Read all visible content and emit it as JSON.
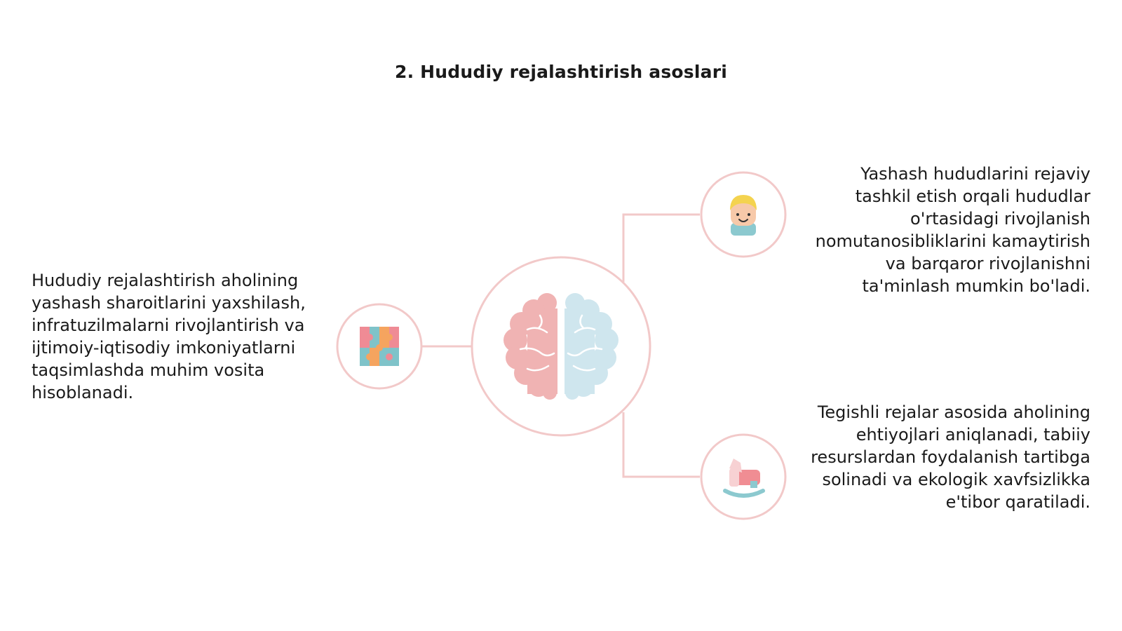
{
  "slide": {
    "title": "2. Hududiy rejalashtirish asoslari",
    "left_text": "Hududiy rejalashtirish aholining yashash sharoitlarini yaxshilash, infratuzilmalarni rivojlantirish va ijtimoiy-iqtisodiy imkoniyatlarni taqsimlashda muhim vosita hisoblanadi.",
    "right_top_text": "Yashash hududlarini rejaviy tashkil etish orqali hududlar o'rtasidagi rivojlanish nomutanosibliklarini kamaytirish va barqaror rivojlanishni ta'minlash mumkin bo'ladi.",
    "right_bottom_text": "Tegishli rejalar asosida aholining ehtiyojlari aniqlanadi, tabiiy resurslardan foydalanish tartibga solinadi va ekologik xavfsizlikka e'tibor qaratiladi."
  },
  "diagram": {
    "center_icon": "brain-icon",
    "left_icon": "puzzle-icon",
    "right_top_icon": "child-face-icon",
    "right_bottom_icon": "rocking-horse-icon",
    "colors": {
      "ring": "#f2c9c9",
      "connector": "#f2c9c9",
      "brain_left": "#f0b3b3",
      "brain_right": "#cfe6ee",
      "puzzle_pink": "#ef8b95",
      "puzzle_teal": "#7fc3c9",
      "puzzle_orange": "#f5a45f",
      "hair": "#f4d34f",
      "skin": "#f7c9a9",
      "shirt": "#8cc9cf",
      "horse": "#f08d93",
      "horse_light": "#f7d1d3"
    }
  }
}
